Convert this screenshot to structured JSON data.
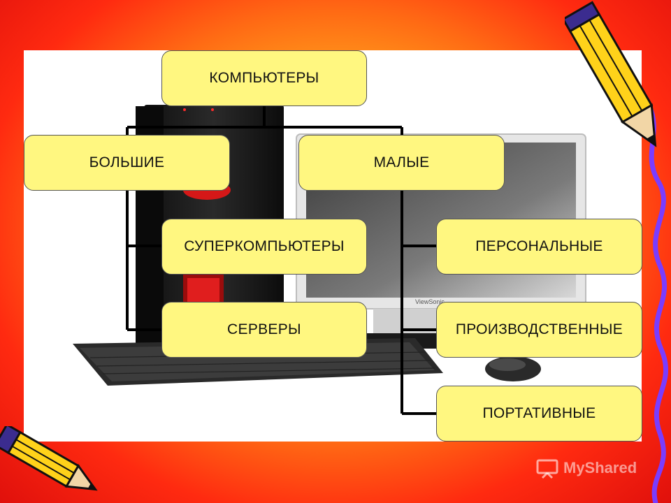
{
  "diagram": {
    "root": "КОМПЬЮТЕРЫ",
    "branches": [
      {
        "label": "БОЛЬШИЕ",
        "children": [
          "СУПЕРКОМПЬЮТЕРЫ",
          "СЕРВЕРЫ"
        ]
      },
      {
        "label": "МАЛЫЕ",
        "children": [
          "ПЕРСОНАЛЬНЫЕ",
          "ПРОИЗВОДСТВЕННЫЕ",
          "ПОРТАТИВНЫЕ"
        ]
      }
    ]
  },
  "decor": {
    "monitor_brand": "ViewSonic",
    "background_colors": [
      "#ffd83a",
      "#ff6a14",
      "#e0100c"
    ],
    "stripe_color": "#7a3cff",
    "node_fill": "#fff780",
    "connector_color": "#000000",
    "icons": [
      "pencil-icon",
      "computer-illustration"
    ]
  },
  "watermark": {
    "text": "MyShared"
  }
}
